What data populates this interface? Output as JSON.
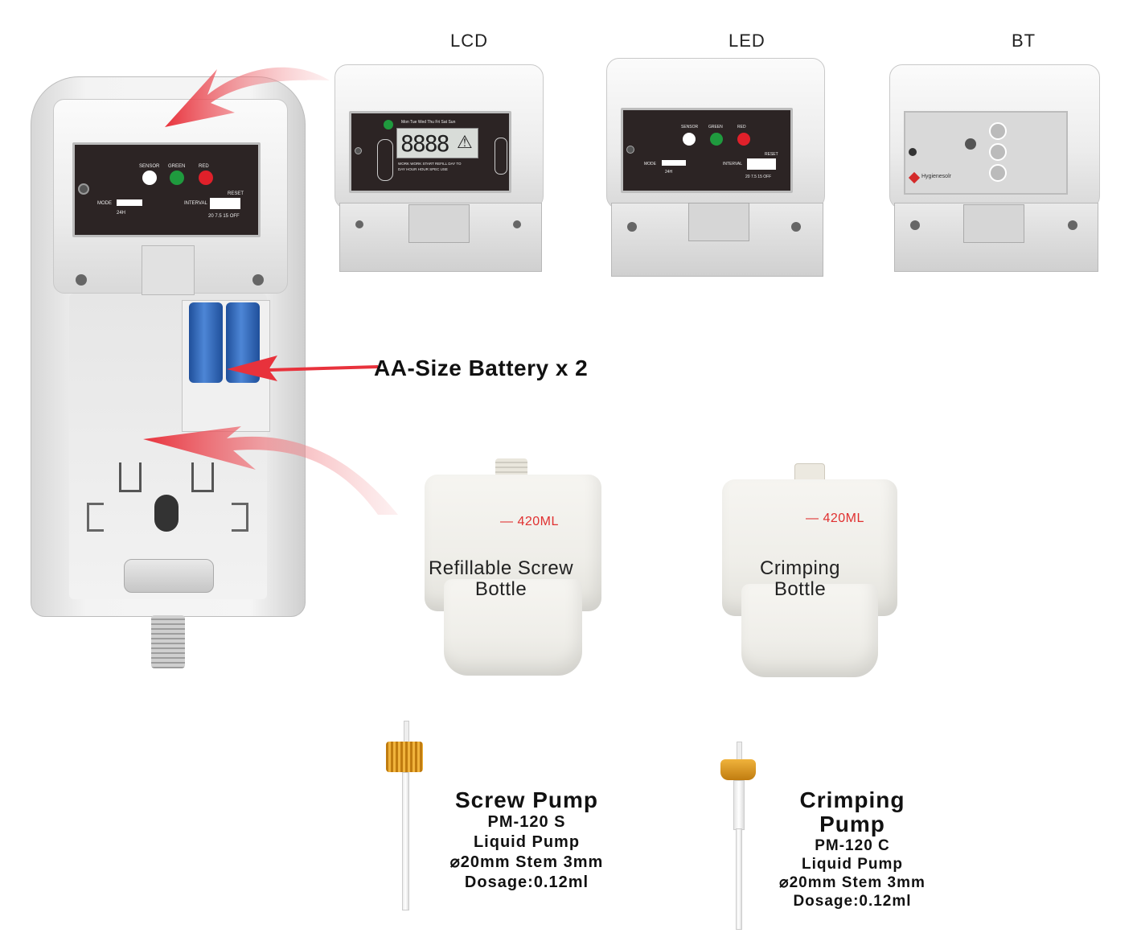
{
  "modules": {
    "lcd_label": "LCD",
    "led_label": "LED",
    "bt_label": "BT"
  },
  "panel": {
    "sensor": "SENSOR",
    "green": "GREEN",
    "red": "RED",
    "mode": "MODE",
    "h24": "24H",
    "interval": "INTERVAL",
    "reset": "RESET",
    "ticks": "20  7.5  15  OFF"
  },
  "lcd": {
    "days": "Mon Tue Wed Thu Fri Sat Sun",
    "digits": "8888",
    "bottom": "WORK  WORK  START  REFILL  DAY TO",
    "bottom2": "DAY   HOUR  HOUR   SPEC   USE"
  },
  "bt": {
    "brand": "Hygienesolr"
  },
  "battery": {
    "label": "AA-Size Battery x 2"
  },
  "bottles": [
    {
      "ml": "— 420ML",
      "name_line1": "Refillable Screw",
      "name_line2": "Bottle"
    },
    {
      "ml": "— 420ML",
      "name_line1": "Crimping",
      "name_line2": "Bottle"
    }
  ],
  "pumps": [
    {
      "title1": "Screw Pump",
      "title2": "",
      "model": "PM-120 S",
      "type": "Liquid Pump",
      "spec": "⌀20mm Stem 3mm",
      "dosage": "Dosage:0.12ml"
    },
    {
      "title1": "Crimping",
      "title2": "Pump",
      "model": "PM-120 C",
      "type": "Liquid Pump",
      "spec": "⌀20mm Stem 3mm",
      "dosage": "Dosage:0.12ml"
    }
  ],
  "colors": {
    "arrow": "#e8323c",
    "led_green": "#1f9a3e",
    "led_red": "#e0202a",
    "pump_gold": "#d9961c",
    "ml_red": "#e03030"
  }
}
